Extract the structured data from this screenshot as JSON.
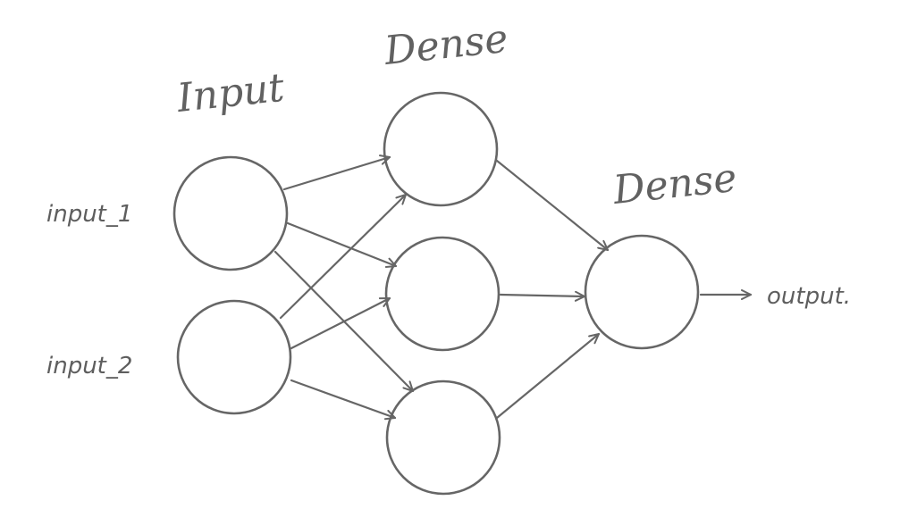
{
  "diagram": {
    "layers": [
      {
        "label": "Input"
      },
      {
        "label": "Dense"
      },
      {
        "label": "Dense"
      }
    ],
    "inputs": [
      "input_1",
      "input_2"
    ],
    "output": "output.",
    "colors": {
      "stroke": "#666666",
      "background": "#ffffff"
    }
  }
}
